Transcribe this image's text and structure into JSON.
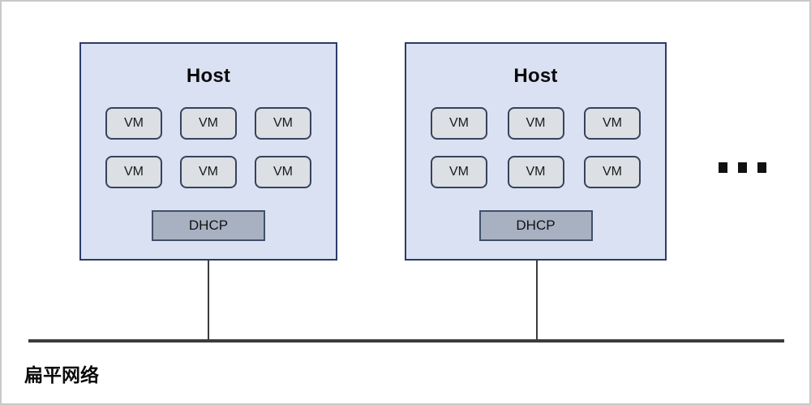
{
  "diagram": {
    "title_text": "扁平网络",
    "colors": {
      "host_fill": "#dae1f2",
      "host_border": "#2b3c68",
      "vm_fill": "#dcdfe3",
      "vm_border": "#36435c",
      "dhcp_fill": "#a8b1c1",
      "dhcp_border": "#40506b",
      "line": "#3b3b3b",
      "frame": "#c9c9c9",
      "background": "#ffffff"
    },
    "hosts": [
      {
        "label": "Host",
        "vms": [
          {
            "label": "VM"
          },
          {
            "label": "VM"
          },
          {
            "label": "VM"
          },
          {
            "label": "VM"
          },
          {
            "label": "VM"
          },
          {
            "label": "VM"
          }
        ],
        "dhcp": {
          "label": "DHCP"
        }
      },
      {
        "label": "Host",
        "vms": [
          {
            "label": "VM"
          },
          {
            "label": "VM"
          },
          {
            "label": "VM"
          },
          {
            "label": "VM"
          },
          {
            "label": "VM"
          },
          {
            "label": "VM"
          }
        ],
        "dhcp": {
          "label": "DHCP"
        }
      }
    ],
    "ellipsis": {
      "label": "...",
      "dot_count": 3
    },
    "network": {
      "label": "扁平网络",
      "connector_count": 2
    }
  }
}
